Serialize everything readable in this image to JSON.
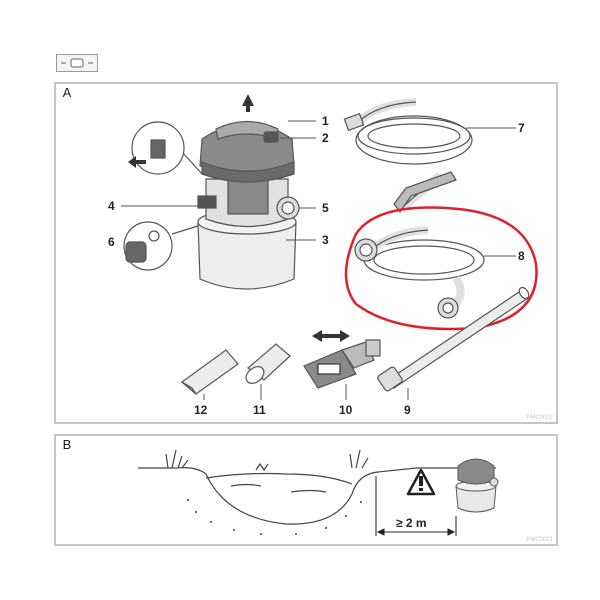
{
  "header_tag": "",
  "panel_a": {
    "label": "A",
    "code": "PMC0002",
    "callouts": [
      "1",
      "2",
      "3",
      "4",
      "5",
      "6",
      "7",
      "8",
      "9",
      "10",
      "11",
      "12"
    ]
  },
  "panel_b": {
    "label": "B",
    "code": "PMC0001",
    "distance": "≥ 2 m"
  },
  "colors": {
    "line": "#555555",
    "fill_light": "#e6e6e6",
    "fill_dark": "#7a7a7a",
    "highlight": "#e0202a"
  }
}
